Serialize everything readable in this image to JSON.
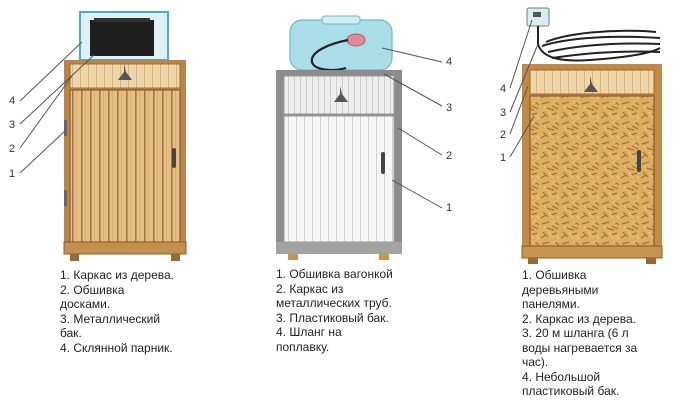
{
  "callouts": {
    "one": "1",
    "two": "2",
    "three": "3",
    "four": "4"
  },
  "panels": [
    {
      "items": [
        "1. Каркас из дерева.",
        "2. Обшивка\nдосками.",
        "3. Металлический\nбак.",
        "4. Склянной парник."
      ]
    },
    {
      "items": [
        "1. Обшивка вагонкой",
        "2. Каркас из\nметаллических труб.",
        "3. Пластиковый бак.",
        "4. Шланг на\nпоплавку."
      ]
    },
    {
      "items": [
        "1. Обшивка\nдеревьяными\nпанелями.",
        "2. Каркас из дерева.",
        "3. 20 м шланга (6 л\nводы нагревается за\nчас).",
        "4. Небольшой\nпластиковый бак."
      ]
    }
  ],
  "colors": {
    "wood_light": "#e6c48a",
    "wood_dark": "#b9854a",
    "glass": "#7fc8d8",
    "tank_plastic": "#a8dce6",
    "metal_frame": "#8c8c8c",
    "lining_white": "#f4f4f4",
    "osb": "#d9a85a"
  }
}
